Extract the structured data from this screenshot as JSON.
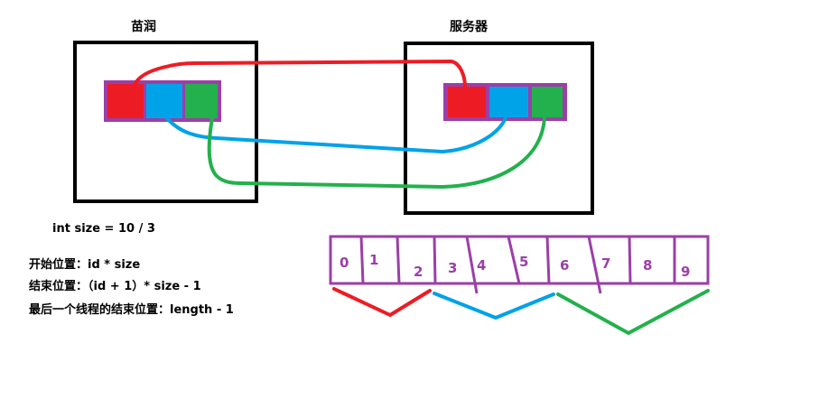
{
  "client": {
    "title": "苗润"
  },
  "server": {
    "title": "服务器"
  },
  "colors": {
    "frame": "#000000",
    "slot_border": "#9b3fa8",
    "red": "#ed1c24",
    "blue": "#00a2e8",
    "green": "#22b14c",
    "array": "#9b3fa8"
  },
  "notes": {
    "size_formula": "int size = 10 / 3",
    "start_pos": "开始位置：id * size",
    "end_pos": "结束位置：（id + 1）* size - 1",
    "last_end_pos": "最后一个线程的结束位置：length - 1"
  },
  "array": {
    "cells": [
      "0",
      "1",
      "2",
      "3",
      "4",
      "5",
      "6",
      "7",
      "8",
      "9"
    ]
  }
}
